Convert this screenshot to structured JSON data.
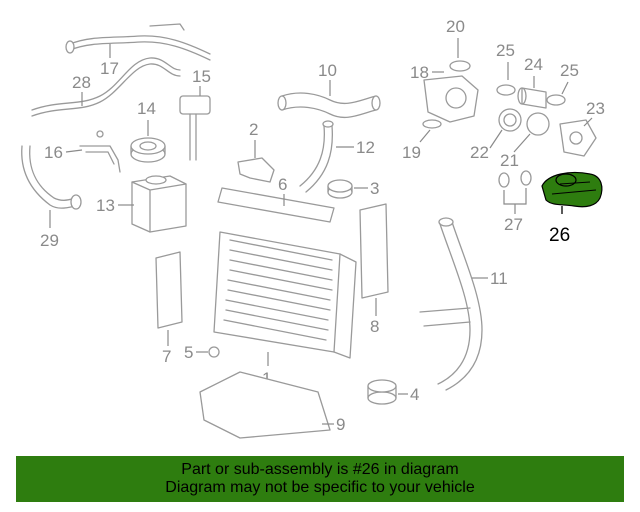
{
  "highlight_color": "#2e7d0f",
  "part_color": "#9a9a9a",
  "diagram": {
    "callouts": {
      "c1": "1",
      "c2": "2",
      "c3": "3",
      "c4": "4",
      "c5": "5",
      "c6": "6",
      "c7": "7",
      "c8": "8",
      "c9": "9",
      "c10": "10",
      "c11": "11",
      "c12": "12",
      "c13": "13",
      "c14": "14",
      "c15": "15",
      "c16": "16",
      "c17": "17",
      "c18": "18",
      "c19": "19",
      "c20": "20",
      "c21": "21",
      "c22": "22",
      "c23": "23",
      "c24": "24",
      "c25a": "25",
      "c25b": "25",
      "c26": "26",
      "c27": "27",
      "c28": "28",
      "c29": "29"
    }
  },
  "banner": {
    "line1": "Part or sub-assembly is #26 in diagram",
    "line2": "Diagram may not be specific to your vehicle"
  }
}
